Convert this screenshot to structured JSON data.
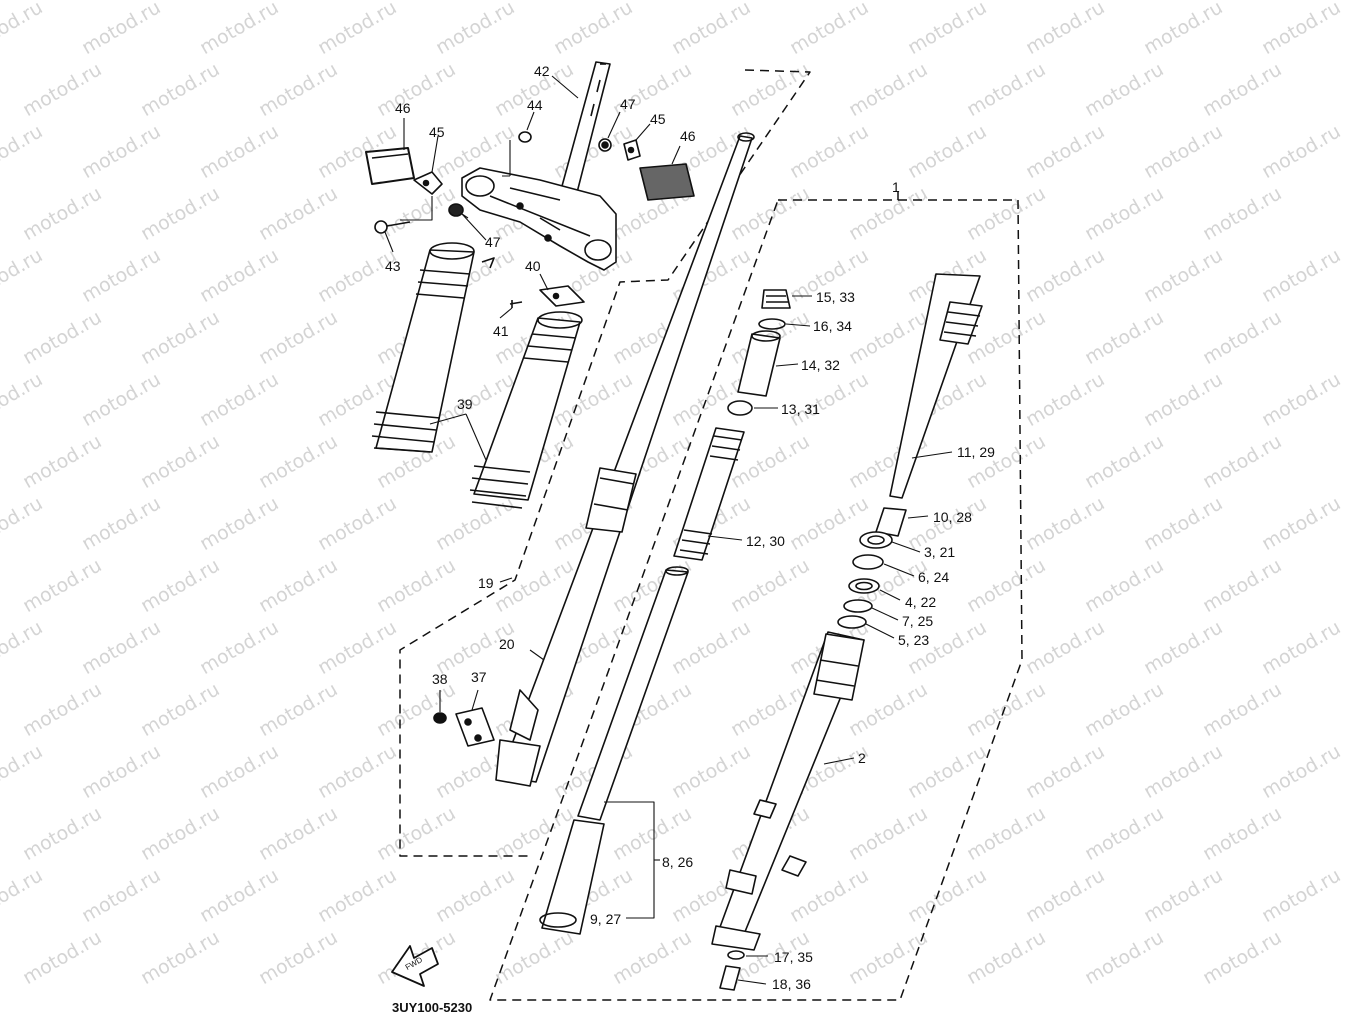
{
  "watermark": "motod.ru",
  "drawing_code": "3UY100-5230",
  "fwd_label": "FWD",
  "callouts": {
    "c42": "42",
    "c44": "44",
    "c47a": "47",
    "c45a": "45",
    "c46a": "46",
    "c46b": "46",
    "c45b": "45",
    "c47b": "47",
    "c43": "43",
    "c40": "40",
    "c41": "41",
    "c39": "39",
    "c1": "1",
    "c15_33": "15, 33",
    "c16_34": "16, 34",
    "c14_32": "14, 32",
    "c13_31": "13, 31",
    "c11_29": "11, 29",
    "c10_28": "10, 28",
    "c12_30": "12, 30",
    "c3_21": "3, 21",
    "c6_24": "6, 24",
    "c4_22": "4, 22",
    "c7_25": "7, 25",
    "c5_23": "5, 23",
    "c19": "19",
    "c20": "20",
    "c38": "38",
    "c37": "37",
    "c2": "2",
    "c8_26": "8, 26",
    "c9_27": "9, 27",
    "c17_35": "17, 35",
    "c18_36": "18, 36"
  }
}
